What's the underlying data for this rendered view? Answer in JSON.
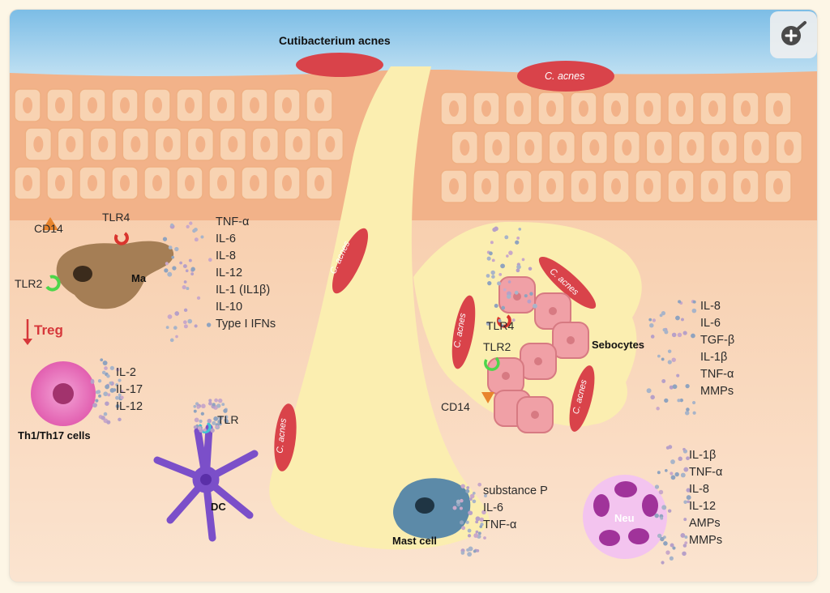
{
  "title": "Cutibacterium acnes",
  "bacteria_label": "C. acnes",
  "receptors": {
    "cd14": "CD14",
    "tlr4": "TLR4",
    "tlr2": "TLR2",
    "tlr": "TLR"
  },
  "cells": {
    "macrophage": "Ma",
    "th_cells": "Th1/Th17 cells",
    "dc": "DC",
    "sebocytes": "Sebocytes",
    "mast_cell": "Mast cell",
    "neutrophil": "Neu",
    "treg": "Treg"
  },
  "cytokines": {
    "macrophage": [
      "TNF-α",
      "IL-6",
      "IL-8",
      "IL-12",
      "IL-1 (IL1β)",
      "IL-10",
      "Type I IFNs"
    ],
    "th_cells": [
      "IL-2",
      "IL-17",
      "IL-12"
    ],
    "sebocytes": [
      "IL-8",
      "IL-6",
      "TGF-β",
      "IL-1β",
      "TNF-α",
      "MMPs"
    ],
    "mast_cell": [
      "substance P",
      "IL-6",
      "TNF-α"
    ],
    "neutrophil": [
      "IL-1β",
      "TNF-α",
      "IL-8",
      "IL-12",
      "AMPs",
      "MMPs"
    ]
  },
  "colors": {
    "sky": "#9fd0ee",
    "skin": "#f4b98f",
    "dermis": "#fbe0c8",
    "follicle": "#fbeeb0",
    "bacteria": "#d9434a",
    "macrophage": "#a57e55",
    "th_cell": "#e86fb5",
    "dc": "#7b4fc9",
    "mast_cell": "#5c8aa8",
    "neutrophil": "#a0339a",
    "treg_arrow": "#d6373a"
  },
  "icons": {
    "zoom": "zoom-in-icon"
  }
}
